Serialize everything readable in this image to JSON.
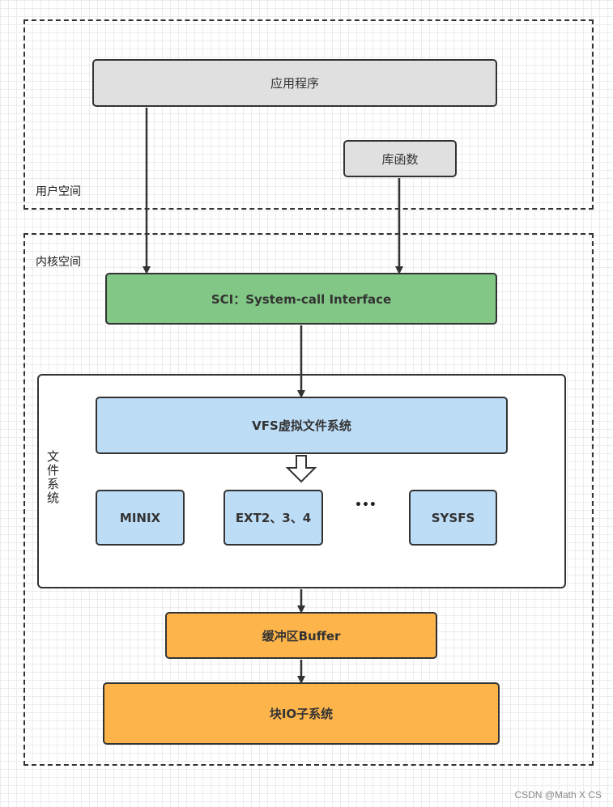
{
  "user_space": {
    "label": "用户空间",
    "app": "应用程序",
    "lib": "库函数"
  },
  "kernel_space": {
    "label": "内核空间",
    "sci": "SCI：System-call Interface",
    "fs": {
      "label": "文件系统",
      "vfs": "VFS虚拟文件系统",
      "items": [
        "MINIX",
        "EXT2、3、4",
        "SYSFS"
      ],
      "ellipsis": "•••"
    },
    "buffer": "缓冲区Buffer",
    "block_io": "块IO子系统"
  },
  "watermark": "CSDN @Math X CS"
}
